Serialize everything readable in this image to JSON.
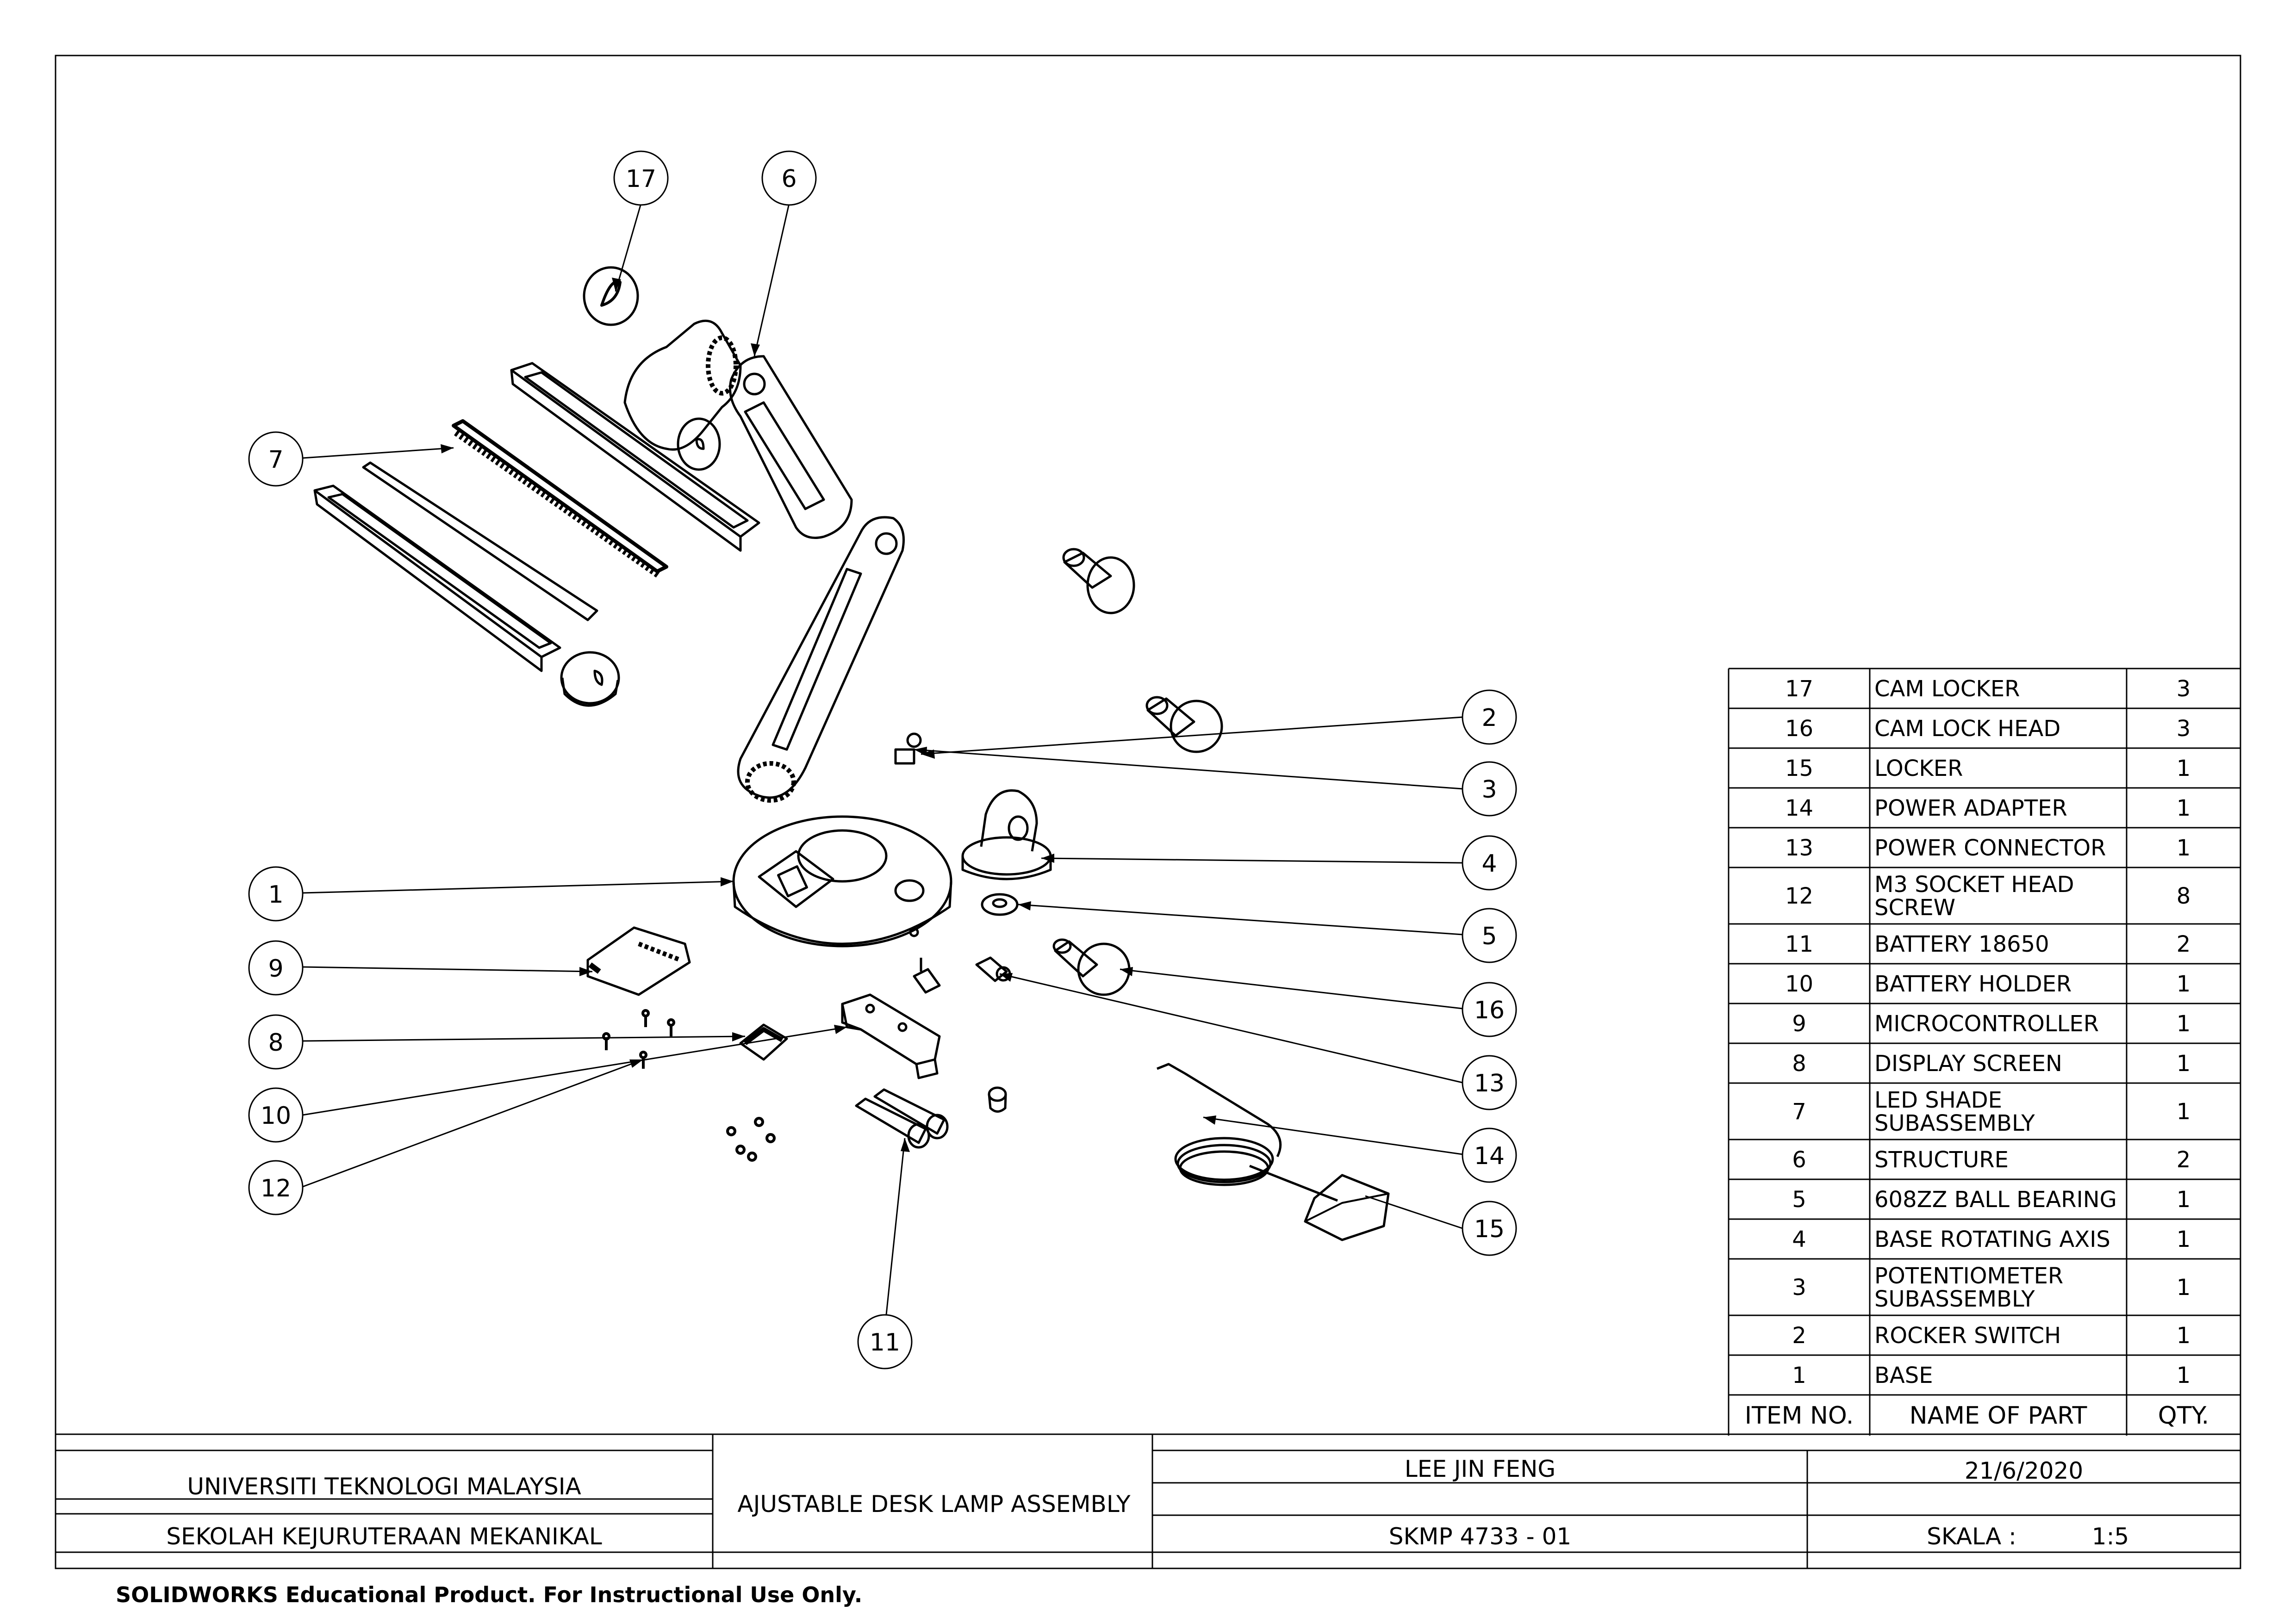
{
  "bom": {
    "header": {
      "item": "ITEM NO.",
      "name": "NAME OF PART",
      "qty": "QTY."
    },
    "rows": [
      {
        "item": "17",
        "name": [
          "CAM LOCKER"
        ],
        "qty": "3"
      },
      {
        "item": "16",
        "name": [
          "CAM LOCK HEAD"
        ],
        "qty": "3"
      },
      {
        "item": "15",
        "name": [
          "LOCKER"
        ],
        "qty": "1"
      },
      {
        "item": "14",
        "name": [
          "POWER ADAPTER"
        ],
        "qty": "1"
      },
      {
        "item": "13",
        "name": [
          "POWER CONNECTOR"
        ],
        "qty": "1"
      },
      {
        "item": "12",
        "name": [
          "M3 SOCKET HEAD",
          "SCREW"
        ],
        "qty": "8"
      },
      {
        "item": "11",
        "name": [
          "BATTERY 18650"
        ],
        "qty": "2"
      },
      {
        "item": "10",
        "name": [
          "BATTERY HOLDER"
        ],
        "qty": "1"
      },
      {
        "item": "9",
        "name": [
          "MICROCONTROLLER"
        ],
        "qty": "1"
      },
      {
        "item": "8",
        "name": [
          "DISPLAY SCREEN"
        ],
        "qty": "1"
      },
      {
        "item": "7",
        "name": [
          "LED SHADE",
          "SUBASSEMBLY"
        ],
        "qty": "1"
      },
      {
        "item": "6",
        "name": [
          "STRUCTURE"
        ],
        "qty": "2"
      },
      {
        "item": "5",
        "name": [
          "608ZZ BALL BEARING"
        ],
        "qty": "1"
      },
      {
        "item": "4",
        "name": [
          "BASE ROTATING AXIS"
        ],
        "qty": "1"
      },
      {
        "item": "3",
        "name": [
          "POTENTIOMETER",
          "SUBASSEMBLY"
        ],
        "qty": "1"
      },
      {
        "item": "2",
        "name": [
          "ROCKER SWITCH"
        ],
        "qty": "1"
      },
      {
        "item": "1",
        "name": [
          "BASE"
        ],
        "qty": "1"
      }
    ]
  },
  "balloons": [
    "17",
    "6",
    "7",
    "2",
    "3",
    "4",
    "1",
    "5",
    "9",
    "16",
    "8",
    "13",
    "10",
    "14",
    "12",
    "15",
    "11"
  ],
  "title_block": {
    "university": "UNIVERSITI TEKNOLOGI MALAYSIA",
    "school": "SEKOLAH KEJURUTERAAN MEKANIKAL",
    "title": "AJUSTABLE DESK LAMP ASSEMBLY",
    "author": "LEE JIN FENG",
    "date": "21/6/2020",
    "course": "SKMP 4733 - 01",
    "scale_label": "SKALA :",
    "scale_value": "1:5"
  },
  "footer": "SOLIDWORKS Educational Product. For Instructional Use Only."
}
